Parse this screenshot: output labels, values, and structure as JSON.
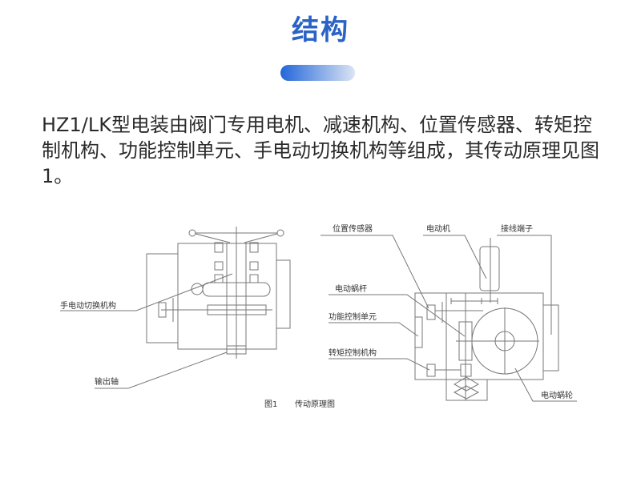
{
  "section": {
    "title": "结构"
  },
  "description": "HZ1/LK型电装由阀门专用电机、减速机构、位置传感器、转矩控制机构、功能控制单元、手电动切换机构等组成，其传动原理见图1。",
  "figure": {
    "caption_number": "图1",
    "caption_title": "传动原理图",
    "labels": {
      "manual_electric_switch": "手电动切换机构",
      "output_shaft": "输出轴",
      "position_sensor": "位置传感器",
      "motor": "电动机",
      "terminal": "接线端子",
      "worm": "电动蜗杆",
      "function_control_unit": "功能控制单元",
      "torque_control": "转矩控制机构",
      "worm_wheel": "电动蜗轮"
    }
  }
}
